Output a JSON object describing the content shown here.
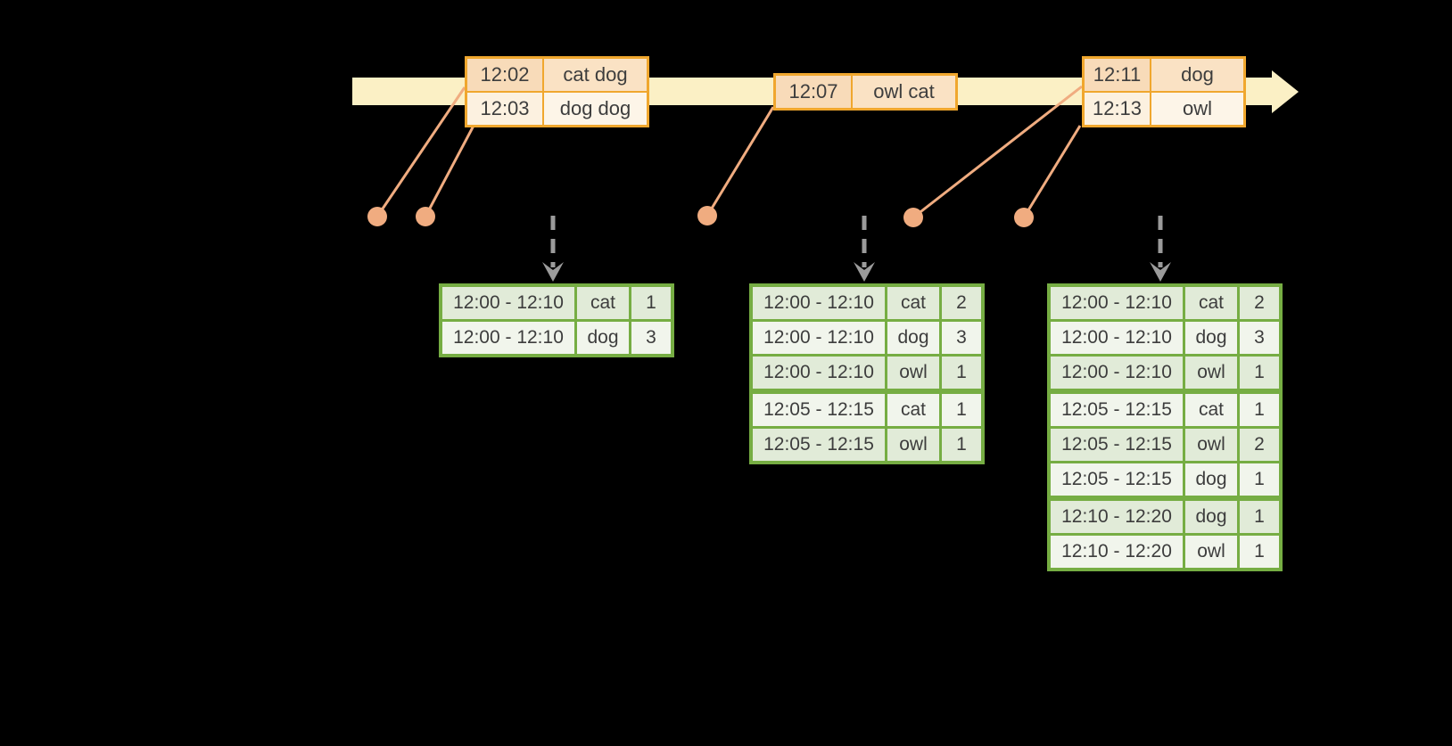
{
  "colors": {
    "background": "#000000",
    "timeline_band": "#FBF0C5",
    "event_table_border": "#F0A72E",
    "event_dot": "#F0AC80",
    "trigger_arrow": "#9B9B9B",
    "result_table_border": "#76AD43",
    "result_row_tint": "#E1EBD8",
    "text": "#3d3d3d"
  },
  "timeline": {
    "event_tables": [
      {
        "rows": [
          {
            "time": "12:02",
            "words": "cat dog"
          },
          {
            "time": "12:03",
            "words": "dog dog"
          }
        ]
      },
      {
        "rows": [
          {
            "time": "12:07",
            "words": "owl cat"
          }
        ]
      },
      {
        "rows": [
          {
            "time": "12:11",
            "words": "dog"
          },
          {
            "time": "12:13",
            "words": "owl"
          }
        ]
      }
    ]
  },
  "result_tables": [
    {
      "rows": [
        {
          "window": "12:00 - 12:10",
          "word": "cat",
          "count": "1"
        },
        {
          "window": "12:00 - 12:10",
          "word": "dog",
          "count": "3"
        }
      ]
    },
    {
      "rows": [
        {
          "window": "12:00 - 12:10",
          "word": "cat",
          "count": "2"
        },
        {
          "window": "12:00 - 12:10",
          "word": "dog",
          "count": "3"
        },
        {
          "window": "12:00 - 12:10",
          "word": "owl",
          "count": "1"
        },
        {
          "window": "12:05 - 12:15",
          "word": "cat",
          "count": "1"
        },
        {
          "window": "12:05 - 12:15",
          "word": "owl",
          "count": "1"
        }
      ]
    },
    {
      "rows": [
        {
          "window": "12:00 - 12:10",
          "word": "cat",
          "count": "2"
        },
        {
          "window": "12:00 - 12:10",
          "word": "dog",
          "count": "3"
        },
        {
          "window": "12:00 - 12:10",
          "word": "owl",
          "count": "1"
        },
        {
          "window": "12:05 - 12:15",
          "word": "cat",
          "count": "1"
        },
        {
          "window": "12:05 - 12:15",
          "word": "owl",
          "count": "2"
        },
        {
          "window": "12:05 - 12:15",
          "word": "dog",
          "count": "1"
        },
        {
          "window": "12:10 - 12:20",
          "word": "dog",
          "count": "1"
        },
        {
          "window": "12:10 - 12:20",
          "word": "owl",
          "count": "1"
        }
      ]
    }
  ]
}
